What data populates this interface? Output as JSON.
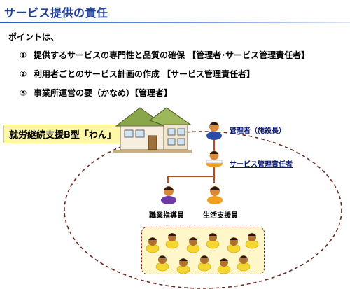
{
  "title": "サービス提供の責任",
  "points_heading": "ポイントは、",
  "points": [
    {
      "num": "①",
      "text": "提供するサービスの専門性と品質の確保 【管理者･サービス管理責任者】"
    },
    {
      "num": "②",
      "text": "利用者ごとのサービス計画の作成 【サービス管理責任者】"
    },
    {
      "num": "③",
      "text": "事業所運営の要（かなめ）【管理者】"
    }
  ],
  "facility_label": "就労継続支援B型「わん」",
  "roles": {
    "manager": "管理者（施設長）",
    "service_manager": "サービス管理責任者",
    "vocational_instructor": "職業指導員",
    "life_support": "生活支援員"
  },
  "colors": {
    "title": "#1f3f99",
    "facility_label_bg": "#fff8a6",
    "worker_box_bg": "#fff6c9",
    "worker_box_border": "#7a2a22",
    "connector": "#b05020"
  }
}
